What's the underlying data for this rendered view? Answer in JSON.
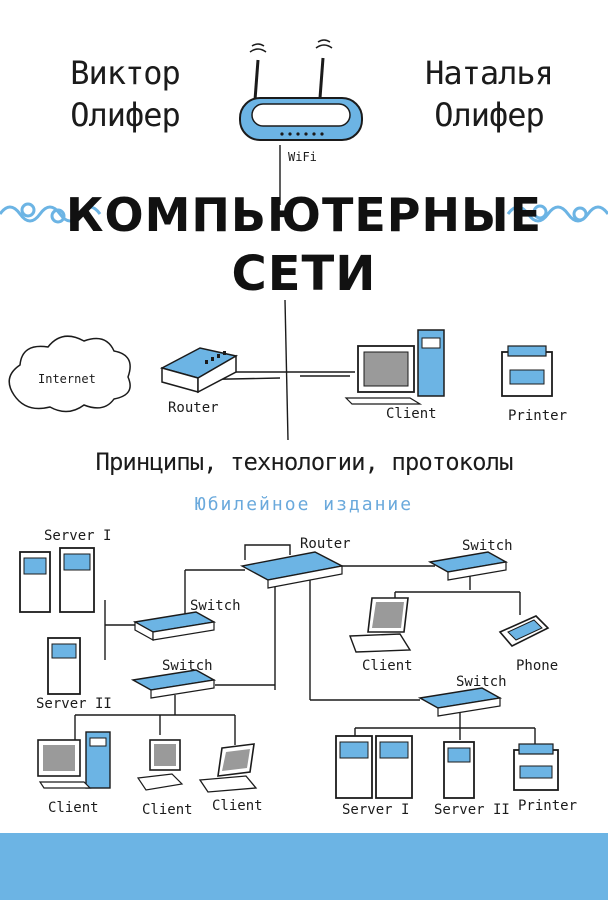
{
  "authors": {
    "left": {
      "first": "Виктор",
      "last": "Олифер"
    },
    "right": {
      "first": "Наталья",
      "last": "Олифер"
    }
  },
  "title": {
    "line1": "КОМПЬЮТЕРНЫЕ",
    "line2": "СЕТИ"
  },
  "subtitle": "Принципы, технологии, протоколы",
  "edition": "Юбилейное издание",
  "labels": {
    "wifi": "WiFi",
    "internet": "Internet",
    "router_top": "Router",
    "client_top": "Client",
    "printer_top": "Printer",
    "server1_left": "Server I",
    "server2_left": "Server II",
    "switch_left_top": "Switch",
    "switch_left_bottom": "Switch",
    "router_center": "Router",
    "switch_right_top": "Switch",
    "switch_right_bottom": "Switch",
    "client_laptop_right": "Client",
    "phone": "Phone",
    "client_bottom_1": "Client",
    "client_bottom_2": "Client",
    "client_bottom_3": "Client",
    "server1_bottom": "Server I",
    "server2_bottom": "Server II",
    "printer_bottom": "Printer"
  },
  "colors": {
    "accent_blue": "#6cb4e4",
    "ink": "#1b1b1b"
  },
  "icons": [
    "wifi-router-icon",
    "cloud-icon",
    "router-icon",
    "desktop-computer-icon",
    "printer-icon",
    "server-icon",
    "switch-icon",
    "laptop-icon",
    "phone-icon"
  ]
}
